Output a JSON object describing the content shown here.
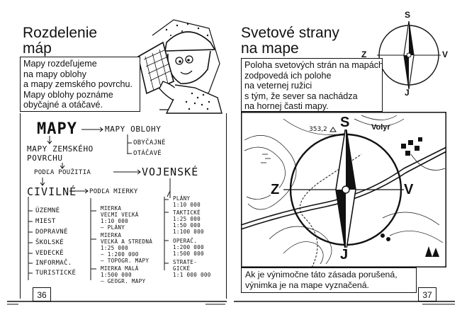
{
  "left_page": {
    "title_lines": [
      "Rozdelenie",
      "máp"
    ],
    "intro_lines": [
      "Mapy rozdeľujeme",
      "na mapy oblohy",
      "a mapy zemského povrchu.",
      "Mapy oblohy poznáme",
      "obyčajné a otáčavé."
    ],
    "diagram": {
      "root": "MAPY",
      "sky_maps": "MAPY OBLOHY",
      "sky_types": [
        "OBYČAJNÉ",
        "OTÁČAVÉ"
      ],
      "earth_maps": [
        "MAPY ZEMSKÉHO",
        "POVRCHU"
      ],
      "by_use": "PODĽA POUŽITIA",
      "military": "VOJENSKÉ",
      "civil": "CIVILNÉ",
      "by_scale": "PODĽA MIERKY",
      "civil_types": [
        "ÚZEMNÉ",
        "MIEST",
        "DOPRAVNÉ",
        "ŠKOLSKÉ",
        "VEDECKÉ",
        "INFORMAČ.",
        "TURISTICKÉ"
      ],
      "scale_groups": [
        {
          "lines": [
            "MIERKA",
            "VEĽMI VEĽKÁ",
            "1:10 000",
            "– PLÁNY"
          ]
        },
        {
          "lines": [
            "MIERKA",
            "VEĽKÁ A STREDNÁ",
            "1:25 000",
            "– 1:200 000",
            "– TOPOGR. MAPY"
          ]
        },
        {
          "lines": [
            "MIERKA MALÁ",
            "1:500 000",
            "– GEOGR. MAPY"
          ]
        }
      ],
      "military_types": [
        {
          "lines": [
            "PLÁNY",
            "1:10 000"
          ]
        },
        {
          "lines": [
            "TAKTICKÉ",
            "1:25 000",
            "1:50 000",
            "1:100 000"
          ]
        },
        {
          "lines": [
            "OPERAČ.",
            "1:200 000",
            "1:500 000"
          ]
        },
        {
          "lines": [
            "STRATE-",
            "GICKÉ",
            "1:1 000 000"
          ]
        }
      ]
    },
    "page_number": "36"
  },
  "right_page": {
    "title_lines": [
      "Svetové strany",
      "na mape"
    ],
    "intro_lines": [
      "Poloha svetových strán na mapách",
      "zodpovedá ich polohe",
      "na veternej ružici",
      "s tým, že sever sa nachádza",
      "na hornej časti mapy."
    ],
    "compass_labels": {
      "north": "S",
      "south": "J",
      "west": "Z",
      "east": "V"
    },
    "map_labels": {
      "elevation": "353,2",
      "village": "Volyr"
    },
    "bottom_lines": [
      "Ak je výnimočne táto zásada porušená,",
      "výnimka je na mape vyznačená."
    ],
    "page_number": "37"
  }
}
